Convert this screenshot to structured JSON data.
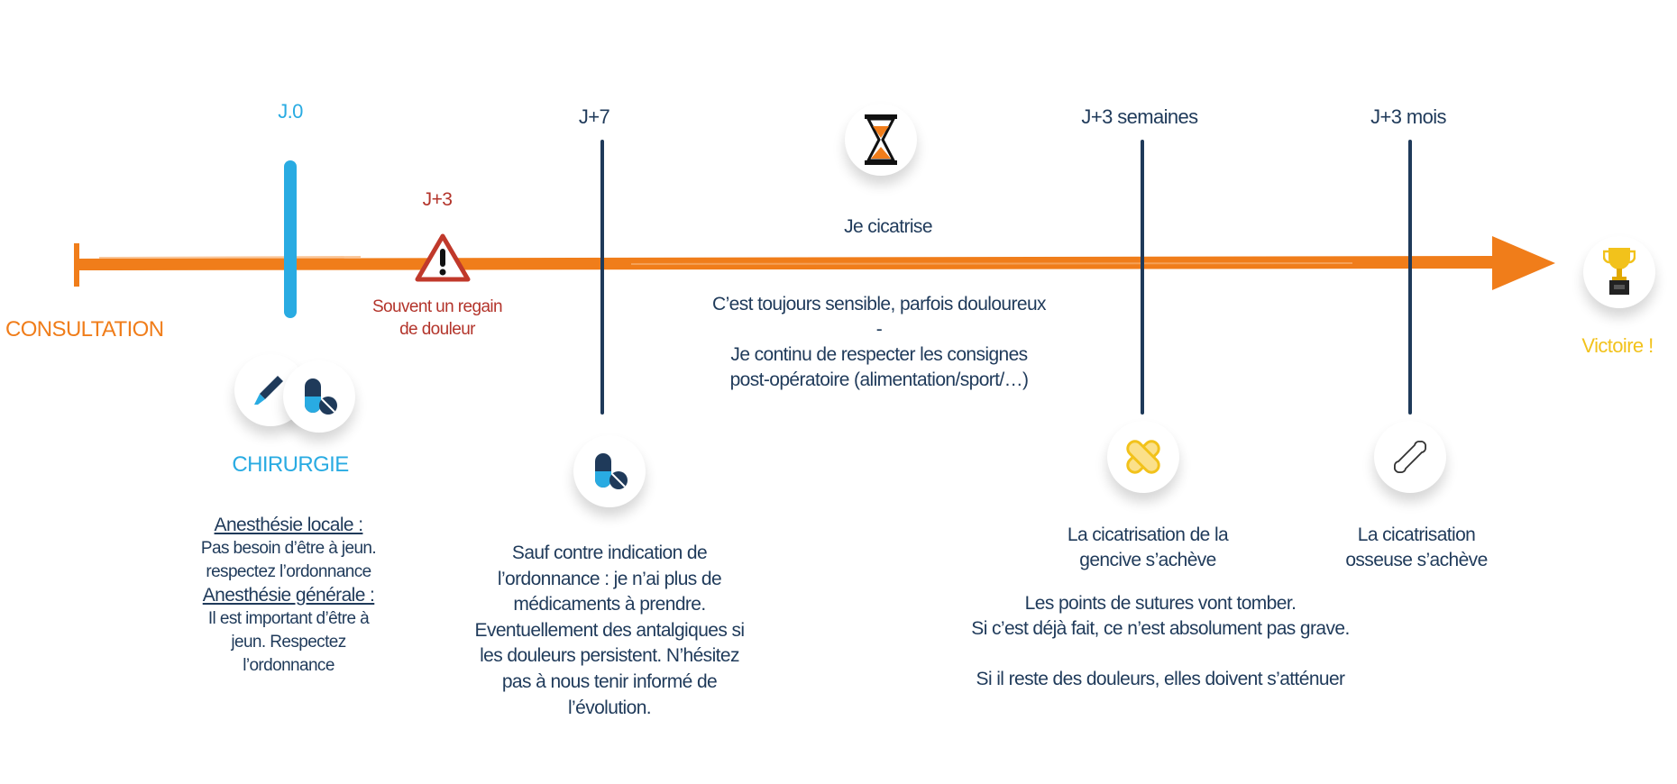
{
  "start": {
    "label": "CONSULTATION"
  },
  "milestones": {
    "j0": {
      "label": "J.0",
      "title": "CHIRURGIE",
      "notes": {
        "local_heading": "Anesthésie locale :",
        "local_lines": [
          "Pas besoin d’être à jeun.",
          "respectez l’ordonnance"
        ],
        "general_heading": "Anesthésie générale :",
        "general_lines": [
          "Il est important d’être à",
          "jeun. Respectez",
          "l’ordonnance"
        ]
      }
    },
    "j3": {
      "label": "J+3",
      "lines": [
        "Souvent un regain",
        "de douleur"
      ]
    },
    "j7": {
      "label": "J+7",
      "lines": [
        "Sauf contre indication de",
        "l’ordonnance : je n’ai plus de",
        "médicaments à prendre.",
        "Eventuellement des antalgiques si",
        "les douleurs persistent. N’hésitez",
        "pas à nous tenir informé de",
        "l’évolution."
      ]
    },
    "healing": {
      "title": "Je cicatrise",
      "lines": [
        "C’est toujours sensible, parfois douloureux",
        "-",
        "Je continu de respecter les consignes",
        "post-opératoire (alimentation/sport/…)"
      ]
    },
    "j3w": {
      "label": "J+3 semaines",
      "lines": [
        "La cicatrisation de la",
        "gencive s’achève"
      ]
    },
    "j3m": {
      "label": "J+3 mois",
      "lines": [
        "La cicatrisation",
        "osseuse s’achève"
      ]
    },
    "sutures": {
      "lines": [
        "Les points de sutures vont tomber.",
        "Si c’est déjà fait, ce n’est absolument pas grave.",
        "",
        "Si il reste des douleurs, elles doivent s’atténuer"
      ]
    }
  },
  "end": {
    "label": "Victoire !"
  },
  "colors": {
    "orange": "#f07d1a",
    "blue": "#29abe2",
    "navy": "#1f3a5a",
    "red": "#b3342b",
    "gold": "#f2c21b"
  }
}
